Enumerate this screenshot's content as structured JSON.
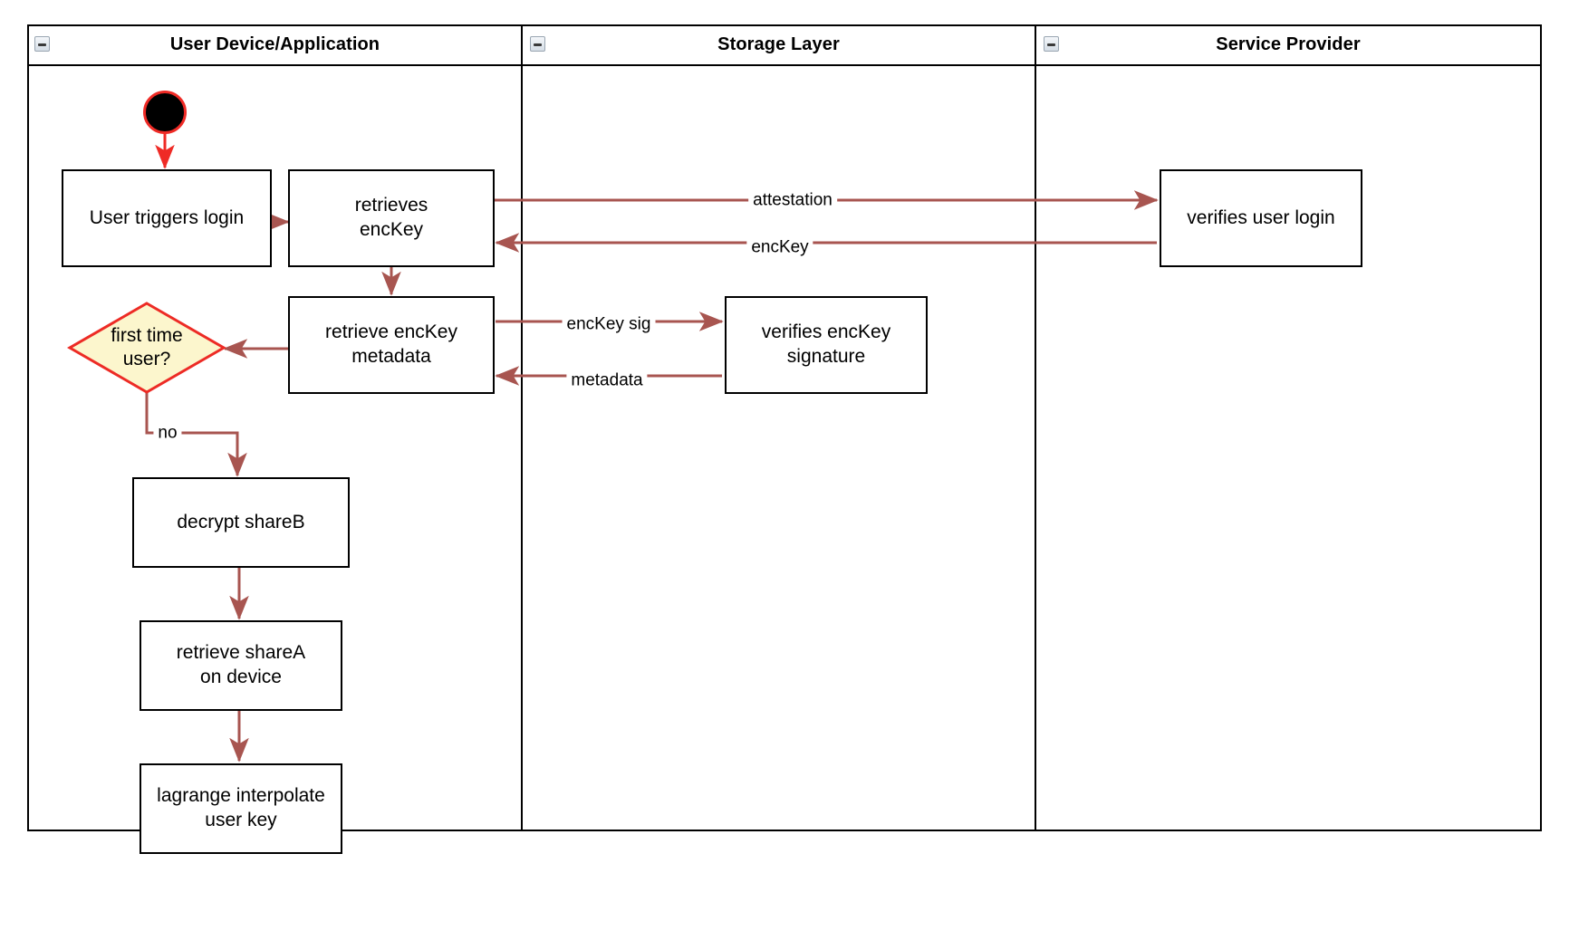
{
  "diagram": {
    "type": "swimlane-activity-flowchart",
    "colors": {
      "lane_border": "#000000",
      "node_border": "#000000",
      "node_fill": "#ffffff",
      "connector": "#a85550",
      "start_ring": "#ef2b26",
      "start_fill": "#000000",
      "decision_fill": "#fcf6cd",
      "decision_border": "#ed2b25",
      "text": "#000000"
    },
    "lanes": [
      {
        "id": "lane-user",
        "title": "User Device/Application",
        "collapse_icon": "collapse-minus-icon"
      },
      {
        "id": "lane-storage",
        "title": "Storage Layer",
        "collapse_icon": "collapse-minus-icon"
      },
      {
        "id": "lane-provider",
        "title": "Service Provider",
        "collapse_icon": "collapse-minus-icon"
      }
    ],
    "nodes": [
      {
        "id": "start",
        "shape": "initial-node",
        "label": ""
      },
      {
        "id": "user-triggers-login",
        "shape": "rect",
        "label": "User triggers login",
        "lane": "lane-user"
      },
      {
        "id": "retrieves-enckey",
        "shape": "rect",
        "label": "retrieves\nencKey",
        "lane": "lane-user"
      },
      {
        "id": "retrieve-enckey-metadata",
        "shape": "rect",
        "label": "retrieve encKey\nmetadata",
        "lane": "lane-user"
      },
      {
        "id": "first-time-user",
        "shape": "diamond",
        "label": "first time\nuser?",
        "lane": "lane-user"
      },
      {
        "id": "decrypt-shareb",
        "shape": "rect",
        "label": "decrypt shareB",
        "lane": "lane-user"
      },
      {
        "id": "retrieve-sharea-on-device",
        "shape": "rect",
        "label": "retrieve shareA\non device",
        "lane": "lane-user"
      },
      {
        "id": "lagrange-interpolate-user-key",
        "shape": "rect",
        "label": "lagrange interpolate\nuser key",
        "lane": "lane-user"
      },
      {
        "id": "verifies-enckey-signature",
        "shape": "rect",
        "label": "verifies encKey\nsignature",
        "lane": "lane-storage"
      },
      {
        "id": "verifies-user-login",
        "shape": "rect",
        "label": "verifies user login",
        "lane": "lane-provider"
      }
    ],
    "edges": [
      {
        "id": "e-start-login",
        "from": "start",
        "to": "user-triggers-login",
        "label": "",
        "color": "#ef2b26"
      },
      {
        "id": "e-login-retrieves",
        "from": "user-triggers-login",
        "to": "retrieves-enckey",
        "label": ""
      },
      {
        "id": "e-attestation",
        "from": "retrieves-enckey",
        "to": "verifies-user-login",
        "label": "attestation"
      },
      {
        "id": "e-enckey-back",
        "from": "verifies-user-login",
        "to": "retrieves-enckey",
        "label": "encKey"
      },
      {
        "id": "e-retrieves-metadata",
        "from": "retrieves-enckey",
        "to": "retrieve-enckey-metadata",
        "label": ""
      },
      {
        "id": "e-enckey-sig",
        "from": "retrieve-enckey-metadata",
        "to": "verifies-enckey-signature",
        "label": "encKey sig"
      },
      {
        "id": "e-metadata-back",
        "from": "verifies-enckey-signature",
        "to": "retrieve-enckey-metadata",
        "label": "metadata"
      },
      {
        "id": "e-metadata-decision",
        "from": "retrieve-enckey-metadata",
        "to": "first-time-user",
        "label": ""
      },
      {
        "id": "e-no-branch",
        "from": "first-time-user",
        "to": "decrypt-shareb",
        "label": "no"
      },
      {
        "id": "e-shareb-sharea",
        "from": "decrypt-shareb",
        "to": "retrieve-sharea-on-device",
        "label": ""
      },
      {
        "id": "e-sharea-lagrange",
        "from": "retrieve-sharea-on-device",
        "to": "lagrange-interpolate-user-key",
        "label": ""
      }
    ],
    "edge_labels": {
      "attestation": "attestation",
      "enckey": "encKey",
      "enckey_sig": "encKey sig",
      "metadata": "metadata",
      "no": "no"
    }
  }
}
